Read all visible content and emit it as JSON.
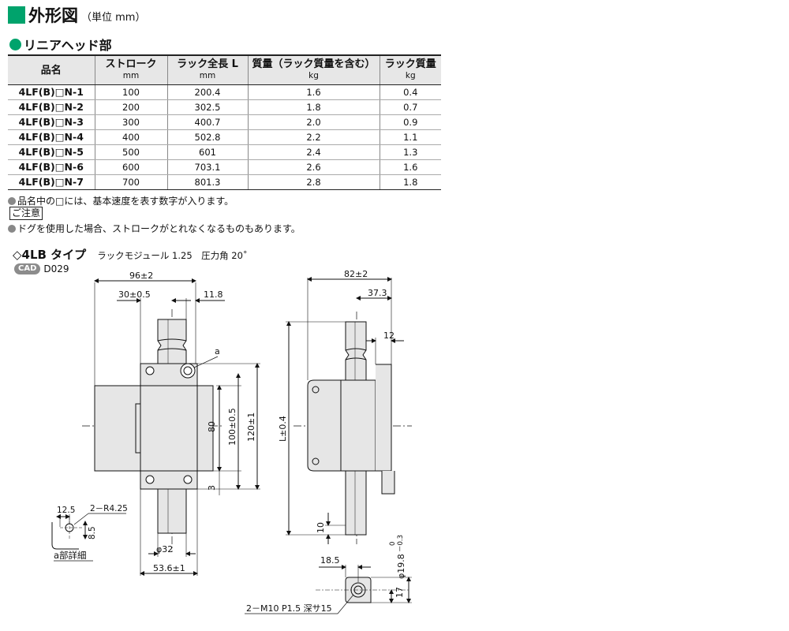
{
  "header": {
    "title": "外形図",
    "unit": "（単位 mm）"
  },
  "section": {
    "title": "リニアヘッド部"
  },
  "table": {
    "headers": [
      {
        "label": "品名",
        "unit": ""
      },
      {
        "label": "ストローク",
        "unit": "mm"
      },
      {
        "label": "ラック全長 L",
        "unit": "mm"
      },
      {
        "label": "質量（ラック質量を含む）",
        "unit": "kg"
      },
      {
        "label": "ラック質量",
        "unit": "kg"
      }
    ],
    "rows": [
      [
        "4LF(B)□N-1",
        "100",
        "200.4",
        "1.6",
        "0.4"
      ],
      [
        "4LF(B)□N-2",
        "200",
        "302.5",
        "1.8",
        "0.7"
      ],
      [
        "4LF(B)□N-3",
        "300",
        "400.7",
        "2.0",
        "0.9"
      ],
      [
        "4LF(B)□N-4",
        "400",
        "502.8",
        "2.2",
        "1.1"
      ],
      [
        "4LF(B)□N-5",
        "500",
        "601",
        "2.4",
        "1.3"
      ],
      [
        "4LF(B)□N-6",
        "600",
        "703.1",
        "2.6",
        "1.6"
      ],
      [
        "4LF(B)□N-7",
        "700",
        "801.3",
        "2.8",
        "1.8"
      ]
    ]
  },
  "notes": {
    "note1": "品名中の□には、基本速度を表す数字が入ります。",
    "caution": "ご注意",
    "note2": "ドグを使用した場合、ストロークがとれなくなるものもあります。"
  },
  "type": {
    "title": "◇4LB タイプ",
    "spec": "ラックモジュール 1.25　圧力角 20˚"
  },
  "cad": {
    "badge": "CAD",
    "code": "D029"
  },
  "dimensions": {
    "d96": "96±2",
    "d30": "30±0.5",
    "d11_8": "11.8",
    "label_a": "a",
    "d80": "80",
    "d100": "100±0.5",
    "d120": "120±1",
    "d3": "3",
    "d32": "φ32",
    "d53_6": "53.6±1",
    "d12_5": "12.5",
    "dR": "2－R4.25",
    "d8_5": "8.5",
    "detail_a": "a部詳細",
    "d82": "82±2",
    "d37_3": "37.3",
    "d12": "12",
    "dL": "L±0.4",
    "d10": "10",
    "d18_5": "18.5",
    "d19_8": "φ19.8",
    "d19_8_tol_upper": "0",
    "d19_8_tol_lower": "－0.3",
    "d17": "17",
    "dM10": "2－M10 P1.5 深サ15"
  }
}
